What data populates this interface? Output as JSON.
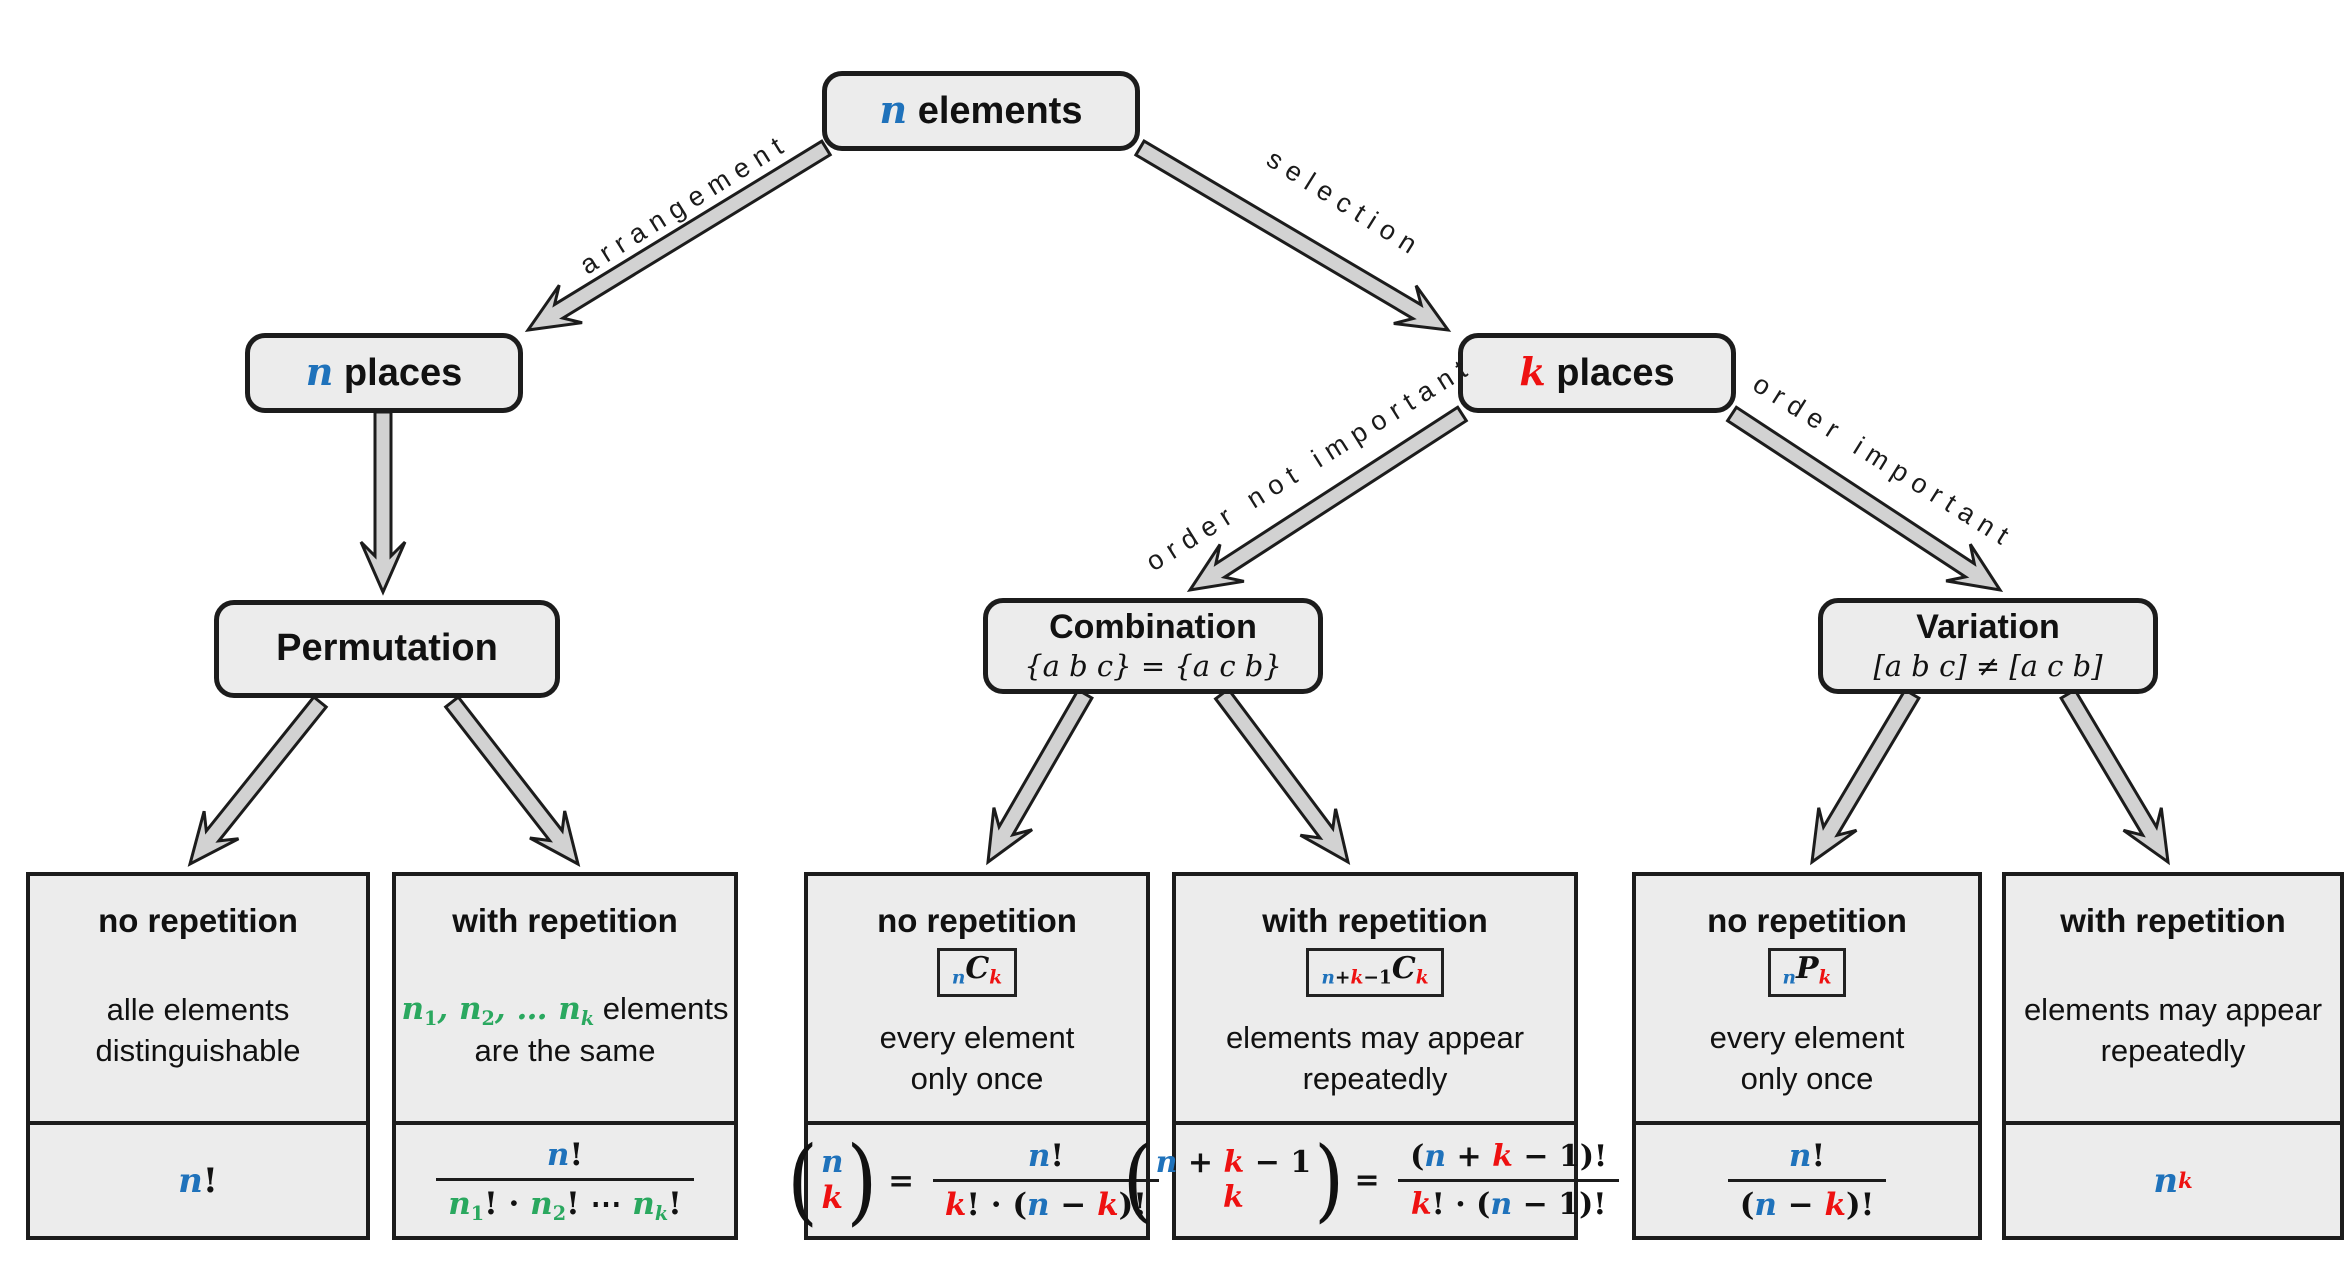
{
  "palette": {
    "blue": "#1f72bb",
    "red": "#ee1111",
    "green": "#2aa85f",
    "box_bg": "#ececec",
    "border": "#1c1c1c",
    "arrow_fill": "#d2d2d2"
  },
  "nodes": {
    "root": {
      "title": [
        {
          "x": "n",
          "c": "blue",
          "it": true,
          "b": true
        },
        {
          "x": " elements",
          "b": true
        }
      ]
    },
    "n_places": {
      "title": [
        {
          "x": "n",
          "c": "blue",
          "it": true,
          "b": true
        },
        {
          "x": " places",
          "b": true
        }
      ]
    },
    "k_places": {
      "title": [
        {
          "x": "k",
          "c": "red",
          "it": true,
          "b": true
        },
        {
          "x": " places",
          "b": true
        }
      ]
    },
    "permutation": {
      "title": [
        {
          "x": "Permutation",
          "b": true
        }
      ]
    },
    "combination": {
      "title": [
        {
          "x": "Combination",
          "b": true
        }
      ],
      "subtitle": [
        {
          "x": "{a b c} = {a c b}",
          "it": true
        }
      ]
    },
    "variation": {
      "title": [
        {
          "x": "Variation",
          "b": true
        }
      ],
      "subtitle": [
        {
          "x": "[a b c] ≠ [a c b]",
          "it": true
        }
      ]
    }
  },
  "edges": {
    "arrangement": "arrangement",
    "selection": "selection",
    "order_not_important": "order not important",
    "order_important": "order important"
  },
  "leaves": [
    {
      "id": "permutation-no-repetition",
      "header": "no repetition",
      "badge": null,
      "desc": [
        [
          {
            "x": "alle elements"
          }
        ],
        [
          {
            "x": "distinguishable"
          }
        ]
      ],
      "formula": [
        {
          "x": "n",
          "c": "blue",
          "it": true
        },
        {
          "x": "!"
        }
      ]
    },
    {
      "id": "permutation-with-repetition",
      "header": "with repetition",
      "badge": null,
      "desc": [
        [
          {
            "x": "n",
            "c": "green",
            "it": true,
            "b": true
          },
          {
            "x": "1",
            "c": "green",
            "v": "sub",
            "b": true
          },
          {
            "x": ", ",
            "c": "green",
            "it": true,
            "b": true
          },
          {
            "x": "n",
            "c": "green",
            "it": true,
            "b": true
          },
          {
            "x": "2",
            "c": "green",
            "v": "sub",
            "b": true
          },
          {
            "x": ", … ",
            "c": "green",
            "it": true,
            "b": true
          },
          {
            "x": "n",
            "c": "green",
            "it": true,
            "b": true
          },
          {
            "x": "k",
            "c": "green",
            "it": true,
            "v": "sub",
            "b": true
          },
          {
            "x": " elements"
          }
        ],
        [
          {
            "x": "are the same"
          }
        ]
      ],
      "formula": [
        {
          "type": "frac",
          "top": [
            {
              "x": "n",
              "c": "blue",
              "it": true
            },
            {
              "x": "!"
            }
          ],
          "bottom": [
            {
              "x": "n",
              "c": "green",
              "it": true
            },
            {
              "x": "1",
              "c": "green",
              "v": "sub"
            },
            {
              "x": "! · "
            },
            {
              "x": "n",
              "c": "green",
              "it": true
            },
            {
              "x": "2",
              "c": "green",
              "v": "sub"
            },
            {
              "x": "! ⋯ "
            },
            {
              "x": "n",
              "c": "green",
              "it": true
            },
            {
              "x": "k",
              "c": "green",
              "it": true,
              "v": "sub"
            },
            {
              "x": "!"
            }
          ]
        }
      ]
    },
    {
      "id": "combination-no-repetition",
      "header": "no repetition",
      "badge": [
        {
          "x": "n",
          "c": "blue",
          "it": true,
          "v": "sub"
        },
        {
          "x": "C",
          "it": true
        },
        {
          "x": "k",
          "c": "red",
          "it": true,
          "v": "sub"
        }
      ],
      "desc": [
        [
          {
            "x": "every element"
          }
        ],
        [
          {
            "x": "only once"
          }
        ]
      ],
      "formula": [
        {
          "type": "binom",
          "top": [
            {
              "x": "n",
              "c": "blue",
              "it": true
            }
          ],
          "bottom": [
            {
              "x": "k",
              "c": "red",
              "it": true
            }
          ]
        },
        {
          "x": " = "
        },
        {
          "type": "frac",
          "top": [
            {
              "x": "n",
              "c": "blue",
              "it": true
            },
            {
              "x": "!"
            }
          ],
          "bottom": [
            {
              "x": "k",
              "c": "red",
              "it": true
            },
            {
              "x": "! · ("
            },
            {
              "x": "n",
              "c": "blue",
              "it": true
            },
            {
              "x": " − "
            },
            {
              "x": "k",
              "c": "red",
              "it": true
            },
            {
              "x": ")!"
            }
          ]
        }
      ]
    },
    {
      "id": "combination-with-repetition",
      "header": "with repetition",
      "badge": [
        {
          "x": "n",
          "c": "blue",
          "it": true,
          "v": "sub"
        },
        {
          "x": "+",
          "v": "sub"
        },
        {
          "x": "k",
          "c": "red",
          "it": true,
          "v": "sub"
        },
        {
          "x": "−1",
          "v": "sub"
        },
        {
          "x": "C",
          "it": true
        },
        {
          "x": "k",
          "c": "red",
          "it": true,
          "v": "sub"
        }
      ],
      "desc": [
        [
          {
            "x": "elements may appear"
          }
        ],
        [
          {
            "x": "repeatedly"
          }
        ]
      ],
      "formula": [
        {
          "type": "binom",
          "top": [
            {
              "x": "n",
              "c": "blue",
              "it": true
            },
            {
              "x": " + "
            },
            {
              "x": "k",
              "c": "red",
              "it": true
            },
            {
              "x": " − 1"
            }
          ],
          "bottom": [
            {
              "x": "k",
              "c": "red",
              "it": true
            }
          ]
        },
        {
          "x": " = "
        },
        {
          "type": "frac",
          "top": [
            {
              "x": "("
            },
            {
              "x": "n",
              "c": "blue",
              "it": true
            },
            {
              "x": " + "
            },
            {
              "x": "k",
              "c": "red",
              "it": true
            },
            {
              "x": " − 1"
            },
            {
              "x": ")!"
            }
          ],
          "bottom": [
            {
              "x": "k",
              "c": "red",
              "it": true
            },
            {
              "x": "! · ("
            },
            {
              "x": "n",
              "c": "blue",
              "it": true
            },
            {
              "x": " − 1"
            },
            {
              "x": ")!"
            }
          ]
        }
      ]
    },
    {
      "id": "variation-no-repetition",
      "header": "no repetition",
      "badge": [
        {
          "x": "n",
          "c": "blue",
          "it": true,
          "v": "sub"
        },
        {
          "x": "P",
          "it": true
        },
        {
          "x": "k",
          "c": "red",
          "it": true,
          "v": "sub"
        }
      ],
      "desc": [
        [
          {
            "x": "every element"
          }
        ],
        [
          {
            "x": "only once"
          }
        ]
      ],
      "formula": [
        {
          "type": "frac",
          "top": [
            {
              "x": "n",
              "c": "blue",
              "it": true
            },
            {
              "x": "!"
            }
          ],
          "bottom": [
            {
              "x": "("
            },
            {
              "x": "n",
              "c": "blue",
              "it": true
            },
            {
              "x": " − "
            },
            {
              "x": "k",
              "c": "red",
              "it": true
            },
            {
              "x": ")!"
            }
          ]
        }
      ]
    },
    {
      "id": "variation-with-repetition",
      "header": "with repetition",
      "badge": null,
      "desc": [
        [
          {
            "x": "elements may appear"
          }
        ],
        [
          {
            "x": "repeatedly"
          }
        ]
      ],
      "formula": [
        {
          "x": "n",
          "c": "blue",
          "it": true
        },
        {
          "x": "k",
          "c": "red",
          "it": true,
          "v": "sup"
        }
      ]
    }
  ]
}
